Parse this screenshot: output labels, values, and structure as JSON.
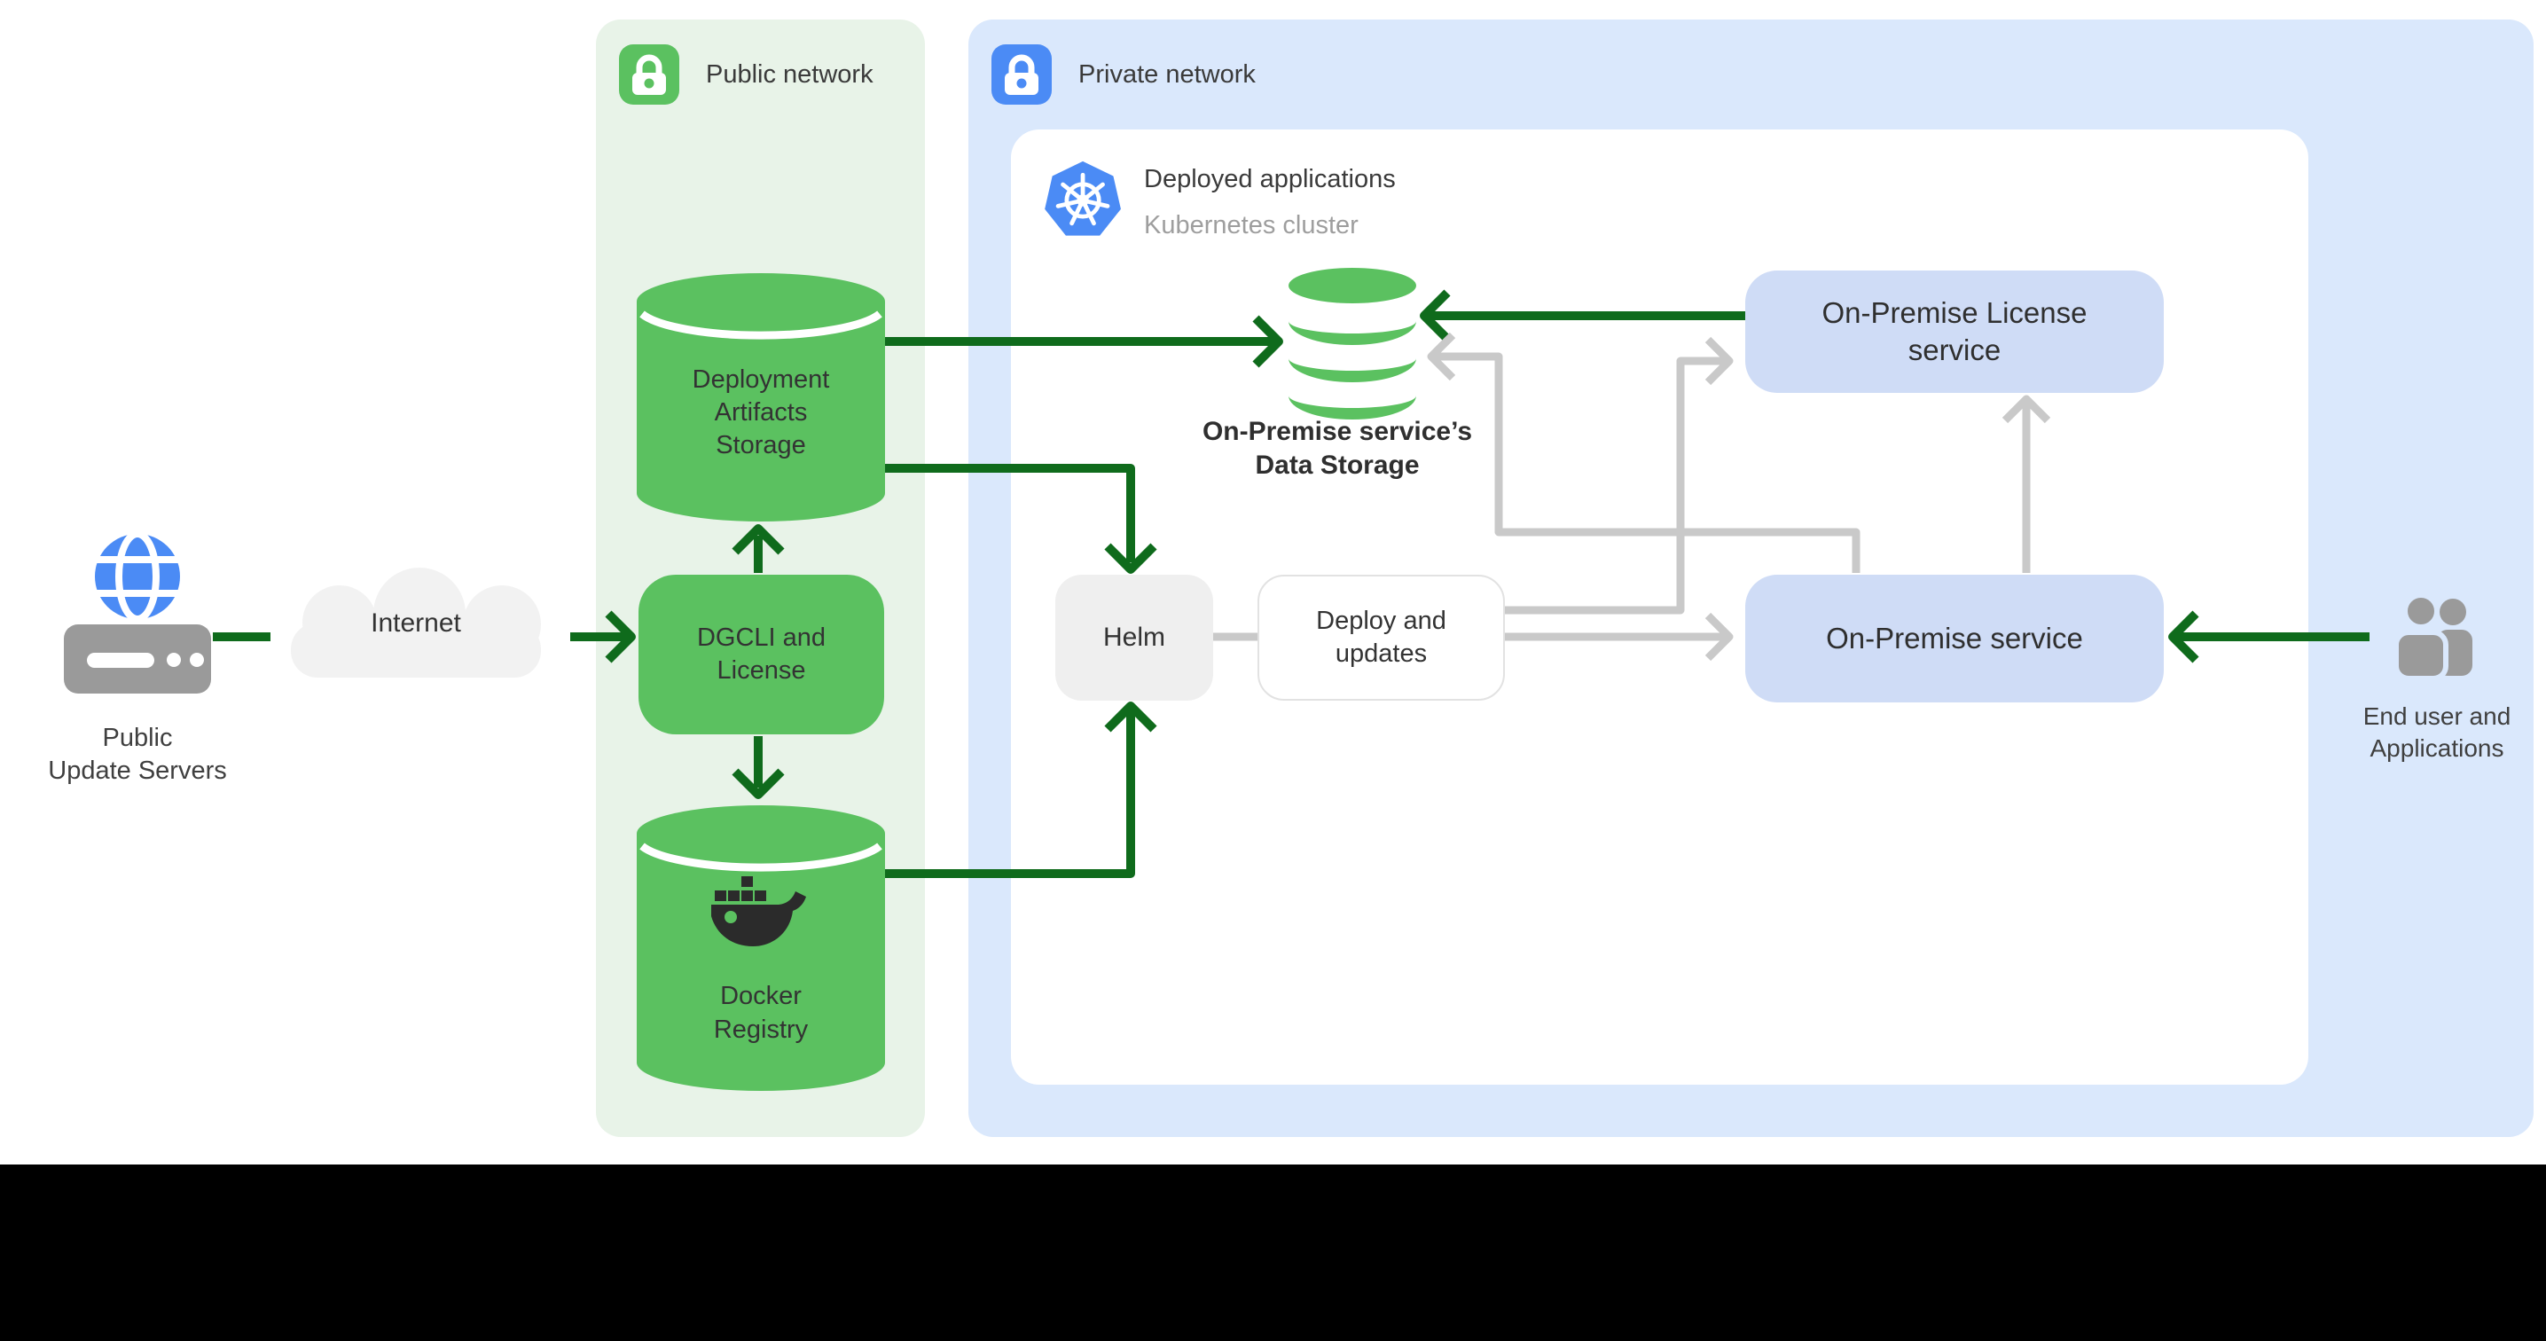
{
  "colors": {
    "panel_green": "#e8f3e8",
    "panel_blue": "#dae8fc",
    "node_green": "#5bc160",
    "arrow_green": "#0f6b1c",
    "arrow_gray": "#c9c9c9",
    "box_blue": "#cfdcf6",
    "lock_blue": "#4b8bf5",
    "icon_gray": "#9a9a9a",
    "text_dark": "#333333",
    "text_gray": "#9e9e9e",
    "helm_bg": "#efefef",
    "cloud_bg": "#f2f2f2"
  },
  "regions": {
    "public_network": {
      "label": "Public network"
    },
    "private_network": {
      "label": "Private network"
    },
    "cluster": {
      "title": "Deployed applications",
      "subtitle": "Kubernetes cluster"
    }
  },
  "nodes": {
    "public_update_servers": {
      "label": "Public\nUpdate Servers"
    },
    "internet": {
      "label": "Internet"
    },
    "deployment_artifacts_storage": {
      "label": "Deployment\nArtifacts\nStorage"
    },
    "dgcli": {
      "label": "DGCLI and\nLicense"
    },
    "docker_registry": {
      "label": "Docker\nRegistry"
    },
    "data_storage": {
      "label": "On-Premise service’s\nData Storage"
    },
    "helm": {
      "label": "Helm"
    },
    "deploy_updates": {
      "label": "Deploy and\nupdates"
    },
    "license_service": {
      "label": "On-Premise License\nservice"
    },
    "onprem_service": {
      "label": "On-Premise service"
    },
    "end_user": {
      "label": "End user and\nApplications"
    }
  }
}
